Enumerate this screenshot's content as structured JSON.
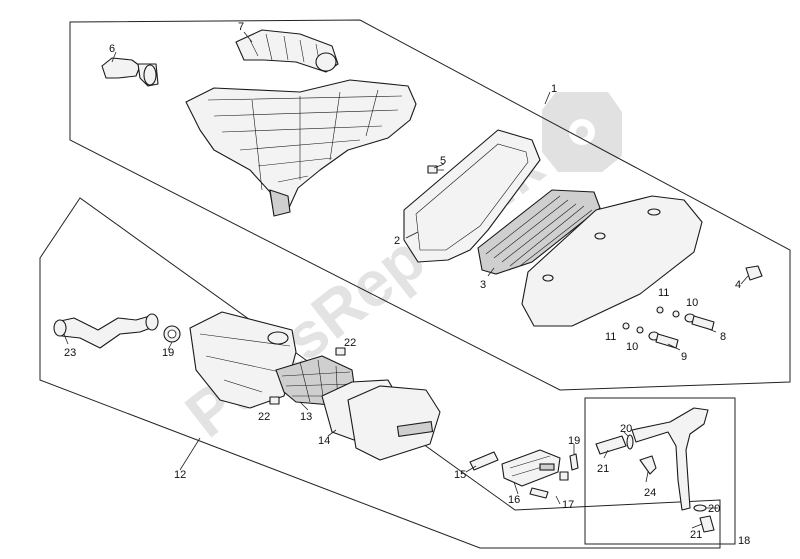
{
  "watermark": {
    "text": "PartsRepublik"
  },
  "callouts": [
    {
      "id": "c1",
      "label": "1"
    },
    {
      "id": "c2",
      "label": "2"
    },
    {
      "id": "c3",
      "label": "3"
    },
    {
      "id": "c4",
      "label": "4"
    },
    {
      "id": "c5",
      "label": "5"
    },
    {
      "id": "c6",
      "label": "6"
    },
    {
      "id": "c7",
      "label": "7"
    },
    {
      "id": "c8",
      "label": "8"
    },
    {
      "id": "c9",
      "label": "9"
    },
    {
      "id": "c10a",
      "label": "10"
    },
    {
      "id": "c10b",
      "label": "10"
    },
    {
      "id": "c11a",
      "label": "11"
    },
    {
      "id": "c11b",
      "label": "11"
    },
    {
      "id": "c12",
      "label": "12"
    },
    {
      "id": "c13",
      "label": "13"
    },
    {
      "id": "c14",
      "label": "14"
    },
    {
      "id": "c15",
      "label": "15"
    },
    {
      "id": "c16",
      "label": "16"
    },
    {
      "id": "c17",
      "label": "17"
    },
    {
      "id": "c18",
      "label": "18"
    },
    {
      "id": "c19a",
      "label": "19"
    },
    {
      "id": "c19b",
      "label": "19"
    },
    {
      "id": "c20a",
      "label": "20"
    },
    {
      "id": "c20b",
      "label": "20"
    },
    {
      "id": "c21a",
      "label": "21"
    },
    {
      "id": "c21b",
      "label": "21"
    },
    {
      "id": "c22a",
      "label": "22"
    },
    {
      "id": "c22b",
      "label": "22"
    },
    {
      "id": "c23",
      "label": "23"
    },
    {
      "id": "c24",
      "label": "24"
    }
  ]
}
